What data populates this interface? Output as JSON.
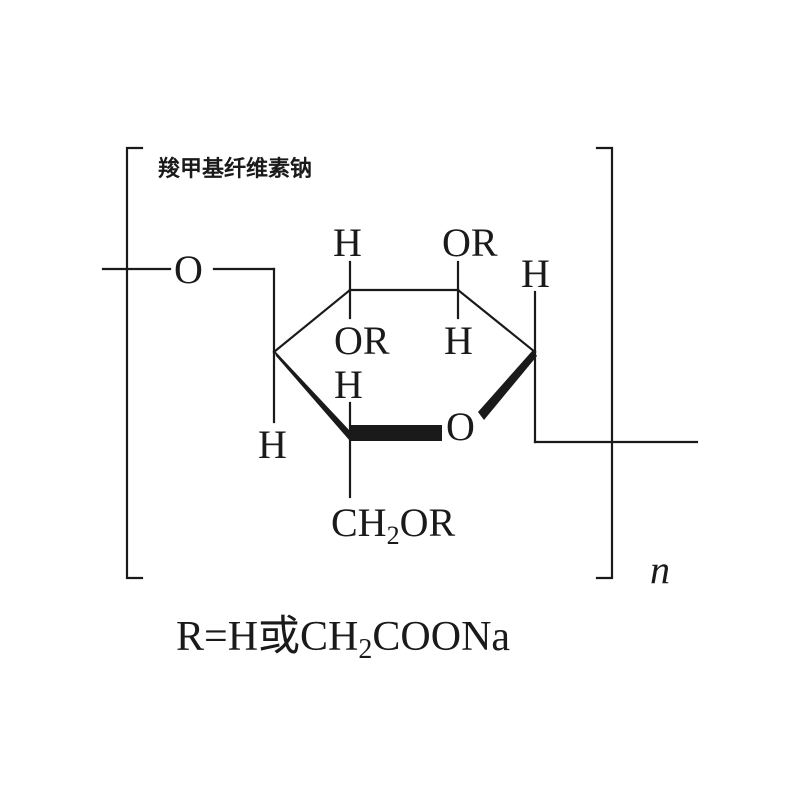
{
  "caption": "羧甲基纤维素钠",
  "labels": {
    "o_link": "O",
    "h_c4_top": "H",
    "or_c3_top": "OR",
    "h_c2_top": "H",
    "or_c3_inner": "OR",
    "h_c2_inner": "H",
    "h_c5_inner": "H",
    "h_c4_bottom": "H",
    "o_ring": "O",
    "ch2or_main": "CH",
    "ch2or_sub": "2",
    "ch2or_tail": "OR"
  },
  "repeat_symbol": "n",
  "footnote": {
    "prefix": "R=H或CH",
    "sub": "2",
    "suffix": "COONa"
  }
}
